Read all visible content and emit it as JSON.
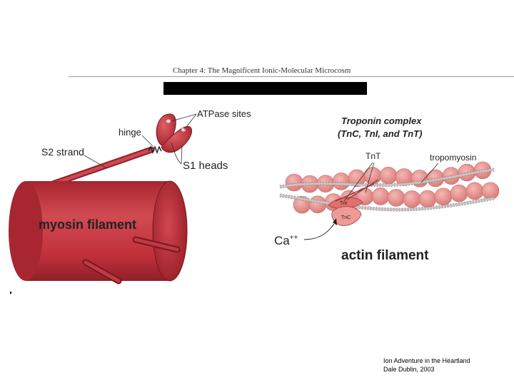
{
  "header": {
    "chapter_title": "Chapter 4: The Magnificent Ionic-Molecular Microcosm"
  },
  "myosin": {
    "atpase_label": "ATPase sites",
    "hinge_label": "hinge",
    "s2_label": "S2 strand",
    "s1_label": "S1 heads",
    "filament_label": "myosin filament"
  },
  "actin": {
    "complex_title": "Troponin complex",
    "complex_subtitle": "(TnC, TnI, and TnT)",
    "tnt_label": "TnT",
    "tropomyosin_label": "tropomyosin",
    "tni_label": "TnI",
    "tnc_label": "TnC",
    "ca_label": "Ca",
    "ca_superscript": "++",
    "filament_label": "actin filament"
  },
  "credit": {
    "line1": "Ion Adventure in the Heartland",
    "line2": "Dale Dublin, 2003"
  },
  "colors": {
    "myosin_red": "#c0303a",
    "myosin_dark": "#8e1f28",
    "actin_pink": "#e28c8a",
    "tropomyosin_gray": "#b9b2b2"
  }
}
